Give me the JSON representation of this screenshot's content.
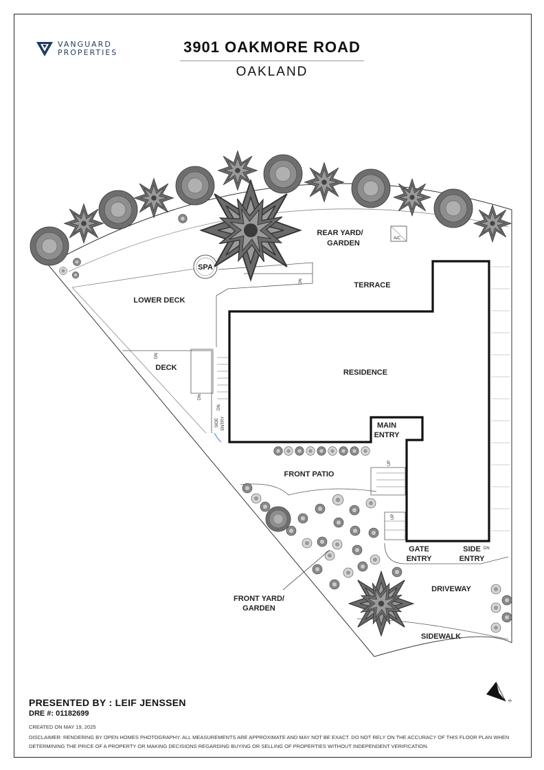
{
  "header": {
    "logo_line1": "VANGUARD",
    "logo_line2": "PROPERTIES",
    "title": "3901 OAKMORE ROAD",
    "subtitle": "OAKLAND"
  },
  "plan": {
    "labels": {
      "rear_yard": "REAR YARD/",
      "rear_yard2": "GARDEN",
      "ac": "A/C",
      "spa": "SPA",
      "terrace": "TERRACE",
      "lower_deck": "LOWER DECK",
      "deck": "DECK",
      "residence": "RESIDENCE",
      "side_entry_left1": "SIDE",
      "side_entry_left2": "ENTRY",
      "main_entry1": "MAIN",
      "main_entry2": "ENTRY",
      "front_patio": "FRONT PATIO",
      "gate_entry1": "GATE",
      "gate_entry2": "ENTRY",
      "side_entry_right1": "SIDE",
      "side_entry_right2": "ENTRY",
      "driveway": "DRIVEWAY",
      "front_yard1": "FRONT YARD/",
      "front_yard2": "GARDEN",
      "sidewalk": "SIDEWALK"
    },
    "stair_markers": {
      "dn": "DN",
      "up": "UP"
    },
    "colors": {
      "wall": "#111111",
      "tree_dark": "#555555",
      "tree_mid": "#8a8a8a",
      "tree_light": "#c4c4c4"
    }
  },
  "compass": {
    "north_label": "N"
  },
  "footer": {
    "presented_by": "PRESENTED BY : LEIF JENSSEN",
    "dre": "DRE #: 01182699",
    "created": "CREATED ON MAY 19, 2025",
    "disclaimer": "DISCLAIMER: RENDERING BY OPEN HOMES PHOTOGRAPHY. ALL MEASUREMENTS ARE APPROXIMATE AND MAY NOT BE EXACT. DO NOT RELY ON THE ACCURACY OF THIS FLOOR PLAN WHEN DETERMINING THE PRICE OF A PROPERTY OR MAKING DECISIONS REGARDING BUYING OR SELLING OF PROPERTIES WITHOUT INDEPENDENT VERIFICATION."
  }
}
